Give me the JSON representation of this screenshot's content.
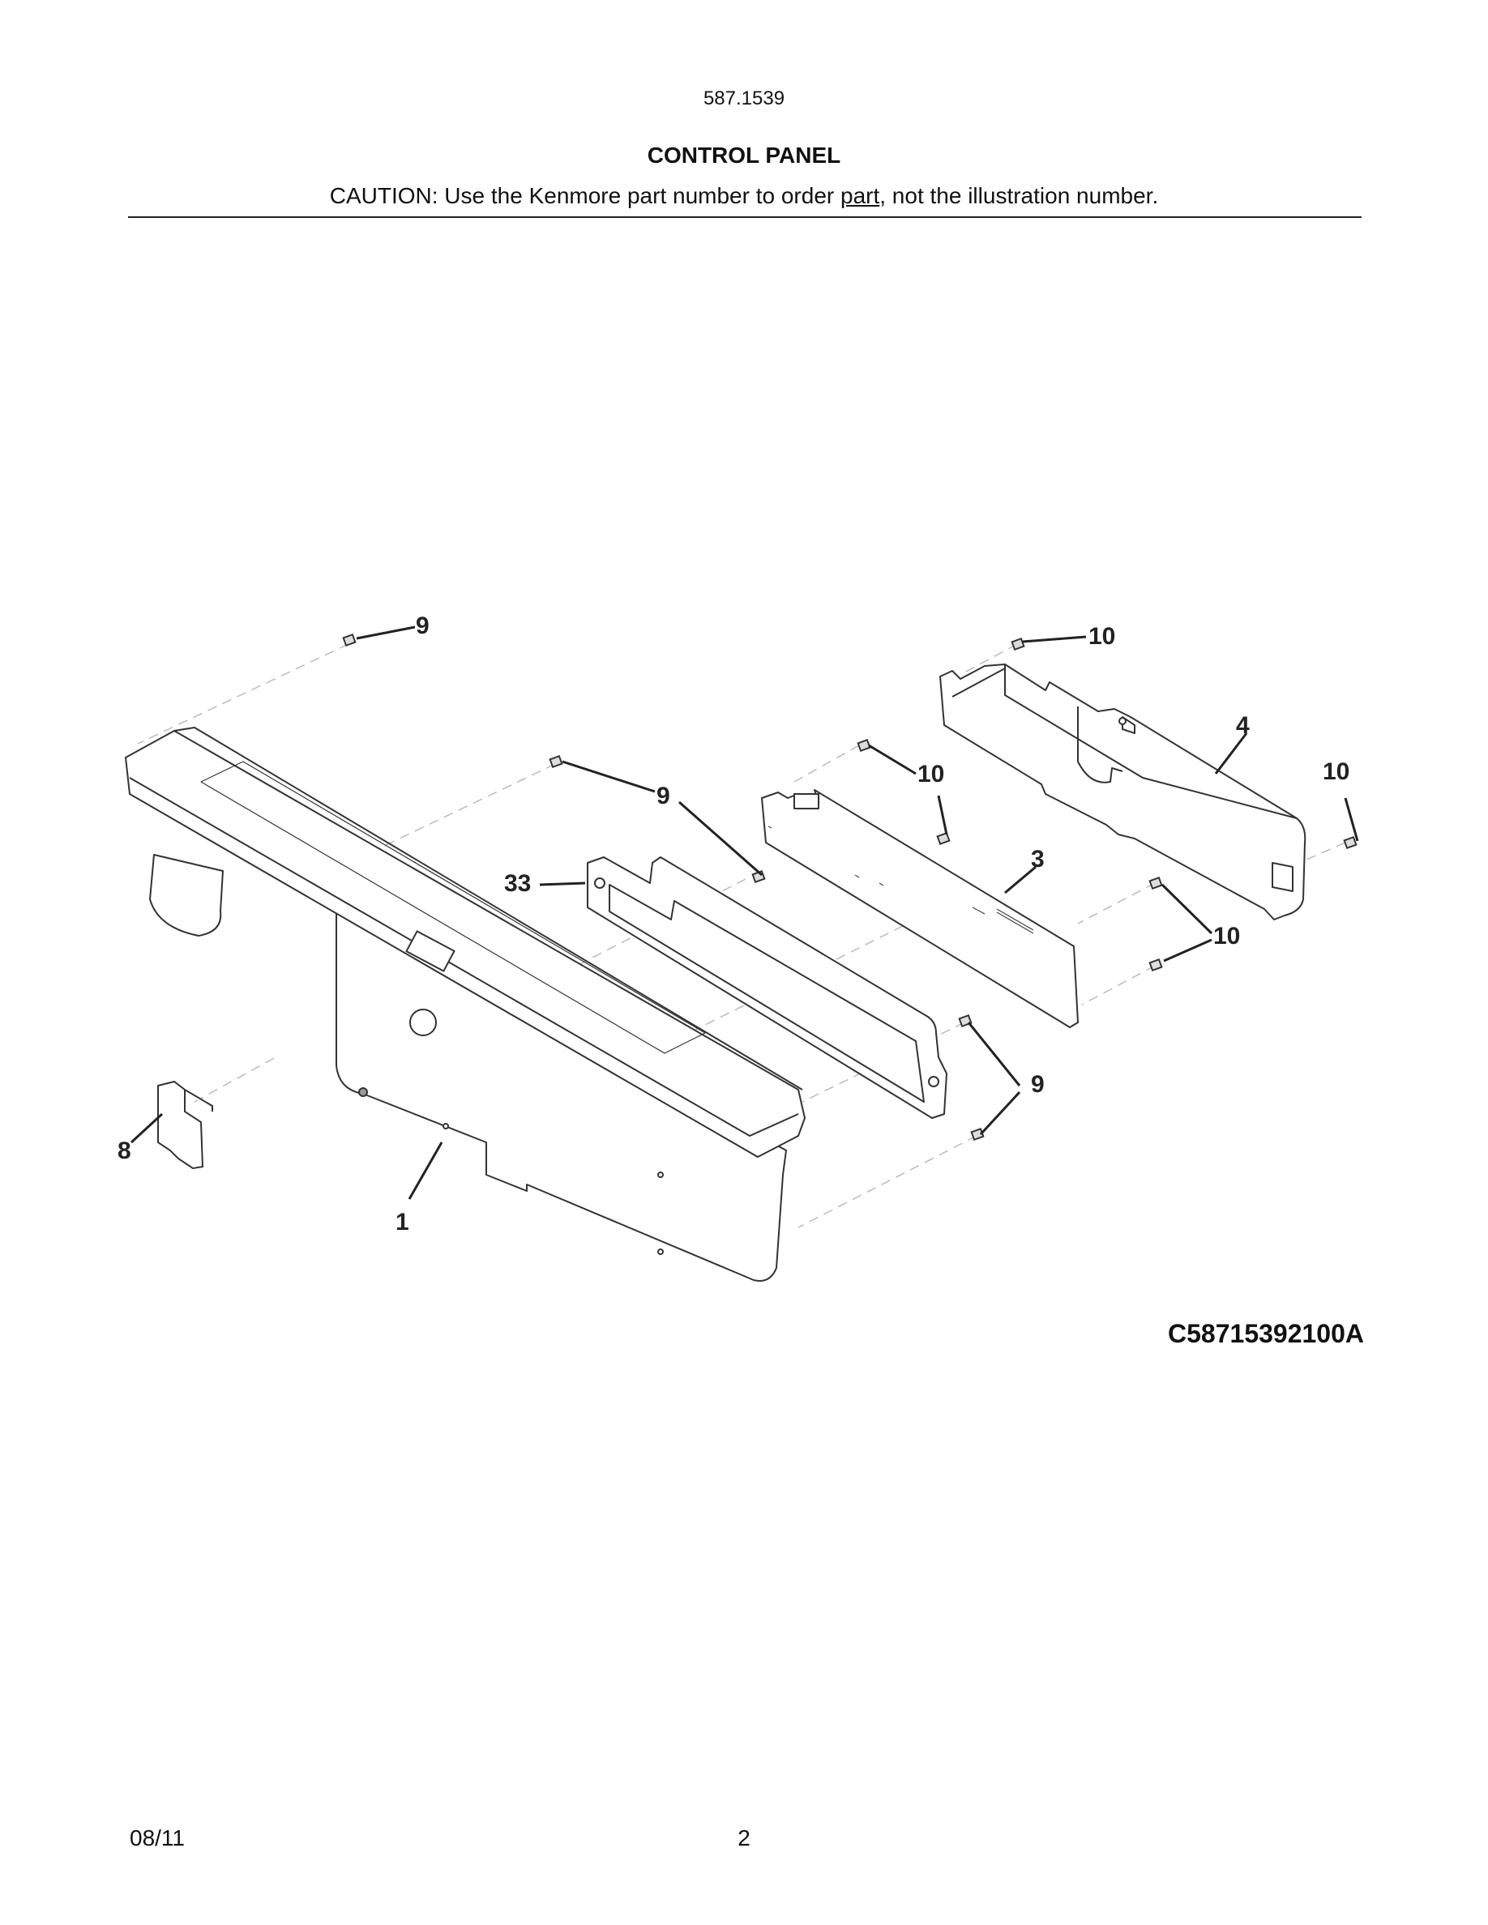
{
  "header": {
    "model": "587.1539",
    "title": "CONTROL PANEL",
    "caution_prefix": "CAUTION: Use the Kenmore part number to order ",
    "caution_link": "part",
    "caution_suffix": ", not the illustration number."
  },
  "diagram": {
    "callouts": [
      "9",
      "10",
      "4",
      "10",
      "9",
      "10",
      "3",
      "33",
      "10",
      "9",
      "8",
      "1"
    ],
    "code": "C58715392100A"
  },
  "footer": {
    "date": "08/11",
    "page": "2"
  }
}
